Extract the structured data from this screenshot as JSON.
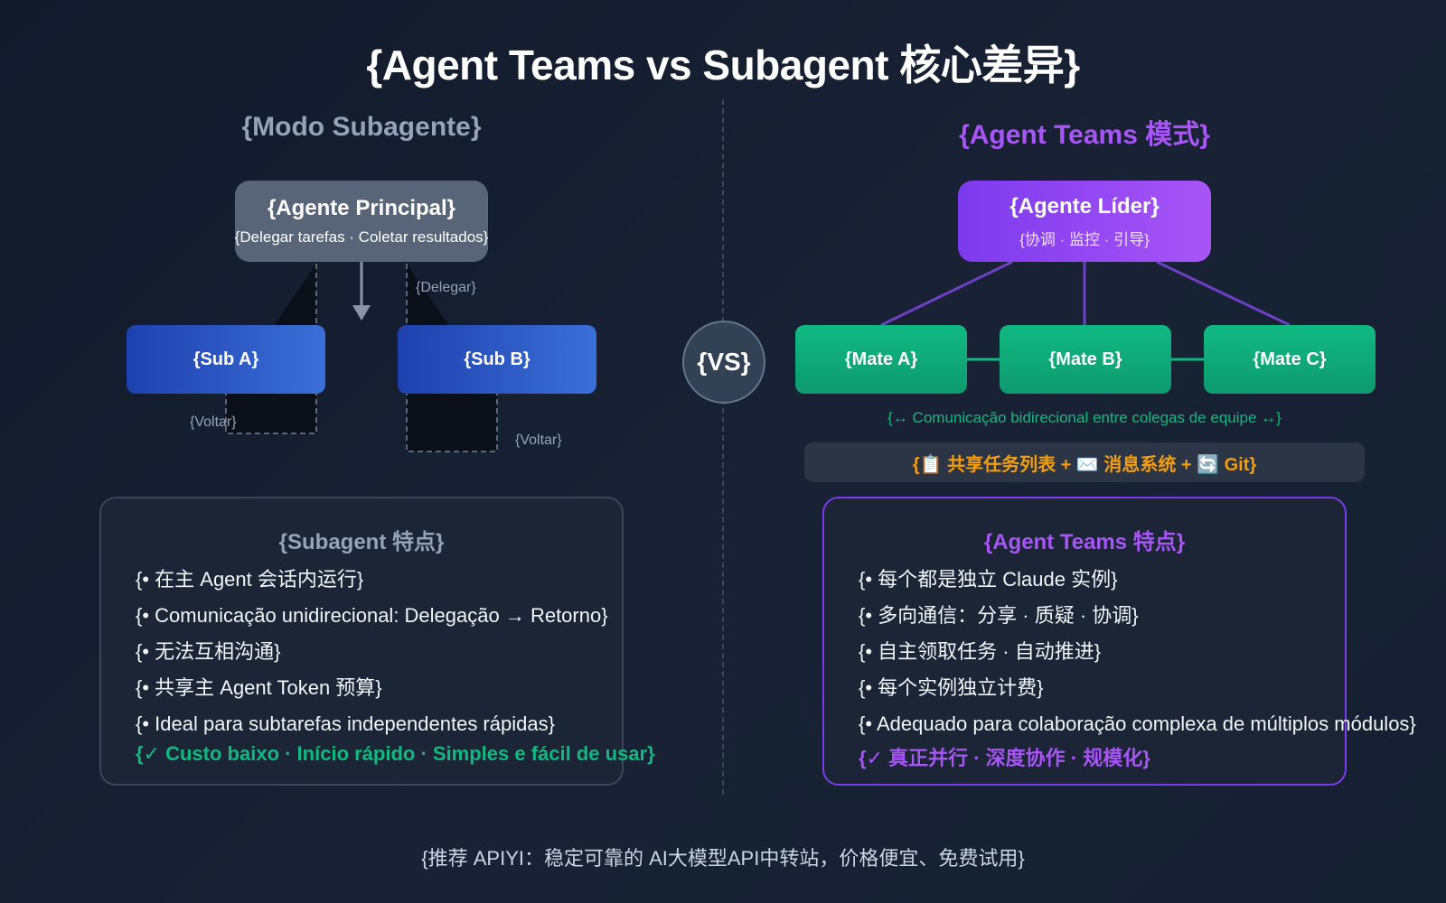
{
  "title": "{Agent Teams vs Subagent 核心差异}",
  "vs": "{VS}",
  "left": {
    "heading": "{Modo Subagente}",
    "main_agent": {
      "title": "{Agente Principal}",
      "subtitle": "{Delegar tarefas · Coletar resultados}"
    },
    "sub_a": "{Sub A}",
    "sub_b": "{Sub B}",
    "delegate_label": "{Delegar}",
    "return_label": "{Voltar}",
    "panel": {
      "title": "{Subagent 特点}",
      "items": [
        "{• 在主 Agent 会话内运行}",
        "{• Comunicação unidirecional: Delegação → Retorno}",
        "{• 无法互相沟通}",
        "{• 共享主 Agent Token 预算}",
        "{• Ideal para subtarefas independentes rápidas}"
      ],
      "highlight": "{✓ Custo baixo · Início rápido · Simples e fácil de usar}"
    }
  },
  "right": {
    "heading": "{Agent Teams 模式}",
    "leader": {
      "title": "{Agente Líder}",
      "subtitle": "{协调 · 监控 · 引导}"
    },
    "mates": [
      "{Mate A}",
      "{Mate B}",
      "{Mate C}"
    ],
    "comm_label": "{↔ Comunicação bidirecional entre colegas de equipe ↔}",
    "shared_bar": "{📋 共享任务列表 + ✉️ 消息系统 + 🔄 Git}",
    "panel": {
      "title": "{Agent Teams 特点}",
      "items": [
        "{• 每个都是独立 Claude 实例}",
        "{• 多向通信：分享 · 质疑 · 协调}",
        "{• 自主领取任务 · 自动推进}",
        "{• 每个实例独立计费}",
        "{• Adequado para colaboração complexa de múltiplos módulos}"
      ],
      "highlight": "{✓ 真正并行 · 深度协作 · 规模化}"
    }
  },
  "footer": "{推荐 APIYI：稳定可靠的 AI大模型API中转站，价格便宜、免费试用}",
  "colors": {
    "background": "#151f30",
    "subagent_node": "#586579",
    "sub_node": "#2f5fcf",
    "leader_node": "#9333ea",
    "mate_node": "#10b981",
    "accent_purple": "#a855f7",
    "accent_green": "#10b981",
    "accent_orange": "#f59e0b"
  }
}
